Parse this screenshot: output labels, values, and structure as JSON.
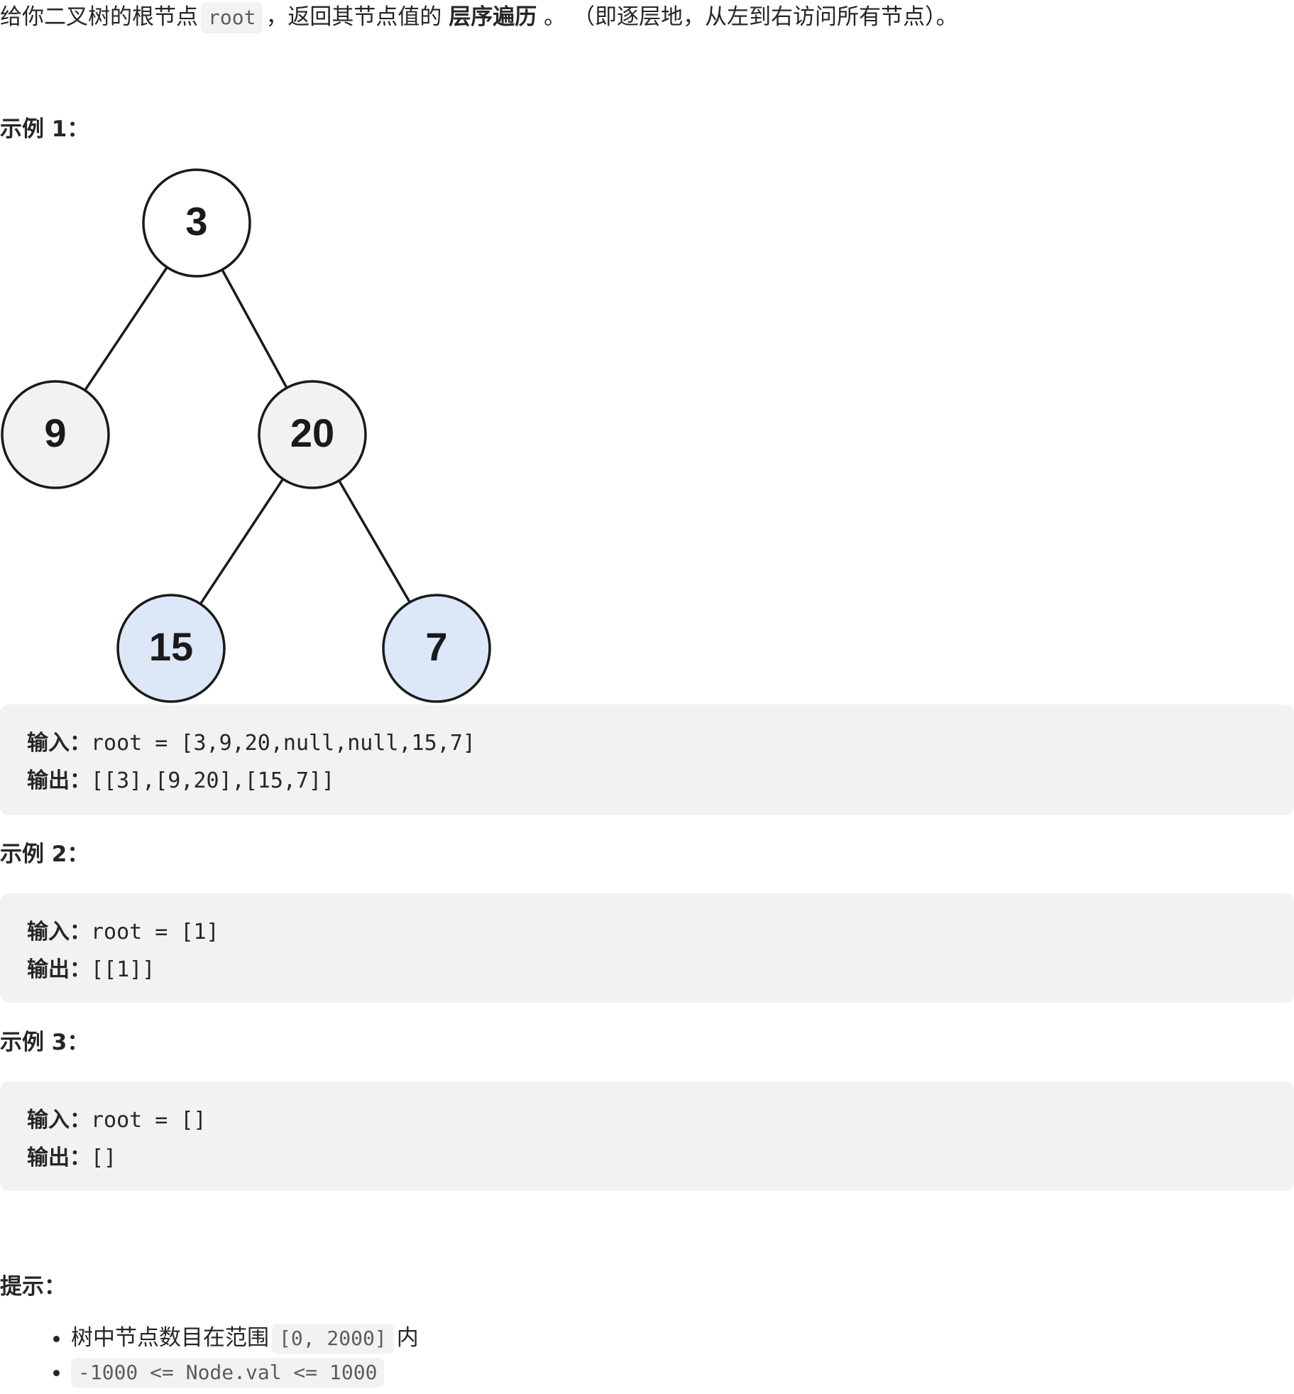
{
  "problem": {
    "part1": "给你二叉树的根节点",
    "root_code": "root",
    "part2": "，返回其节点值的",
    "bold_term": "层序遍历",
    "part3": "。 （即逐层地，从左到右访问所有节点）。"
  },
  "examples": [
    {
      "heading": "示例 1：",
      "input_label": "输入：",
      "input_value": "root = [3,9,20,null,null,15,7]",
      "output_label": "输出：",
      "output_value": "[[3],[9,20],[15,7]]"
    },
    {
      "heading": "示例 2：",
      "input_label": "输入：",
      "input_value": "root = [1]",
      "output_label": "输出：",
      "output_value": "[[1]]"
    },
    {
      "heading": "示例 3：",
      "input_label": "输入：",
      "input_value": "root = []",
      "output_label": "输出：",
      "output_value": "[]"
    }
  ],
  "tree": {
    "nodes": [
      {
        "id": "n3",
        "label": "3",
        "fill": "#ffffff"
      },
      {
        "id": "n9",
        "label": "9",
        "fill": "#f2f2f2"
      },
      {
        "id": "n20",
        "label": "20",
        "fill": "#f2f2f2"
      },
      {
        "id": "n15",
        "label": "15",
        "fill": "#dce7f8"
      },
      {
        "id": "n7",
        "label": "7",
        "fill": "#dce7f8"
      }
    ],
    "edges": [
      [
        "n3",
        "n9"
      ],
      [
        "n3",
        "n20"
      ],
      [
        "n20",
        "n15"
      ],
      [
        "n20",
        "n7"
      ]
    ]
  },
  "hints": {
    "heading": "提示：",
    "items": [
      {
        "prefix": "树中节点数目在范围",
        "code": "[0, 2000]",
        "suffix": "内"
      },
      {
        "prefix": "",
        "code": "-1000 <= Node.val <= 1000",
        "suffix": ""
      }
    ]
  }
}
